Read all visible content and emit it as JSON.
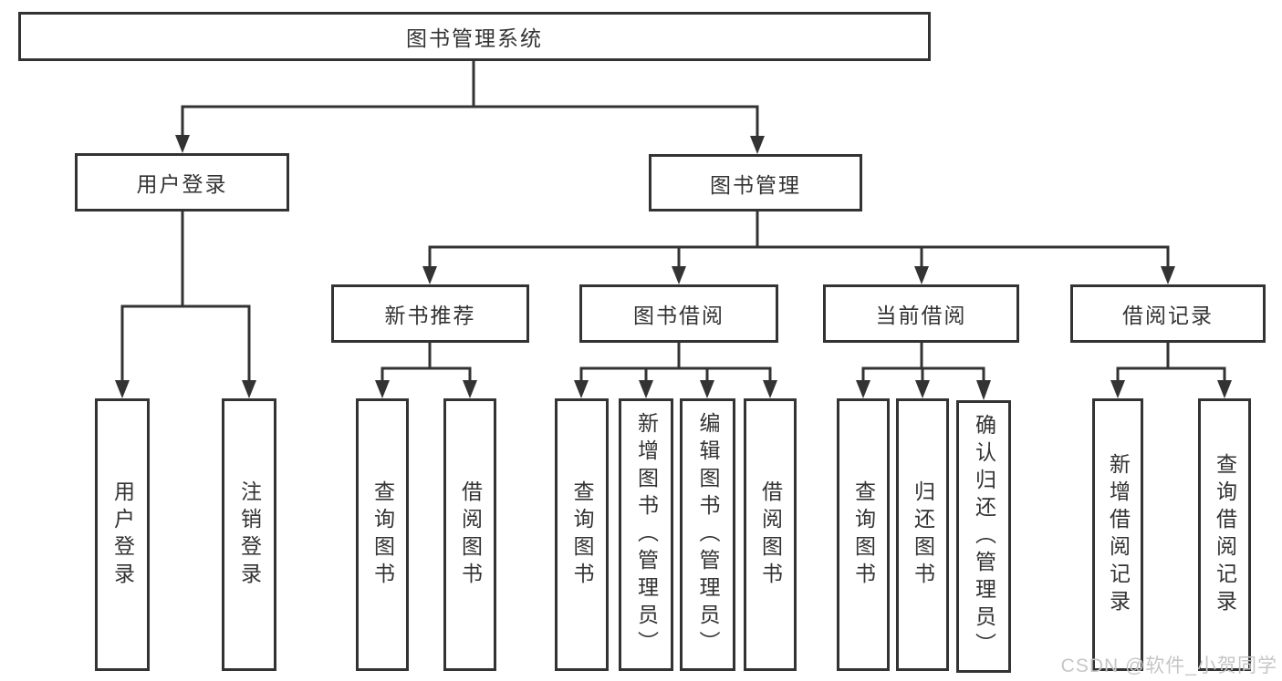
{
  "diagram": {
    "root": "图书管理系统",
    "level2": {
      "user_login": "用户登录",
      "book_mgmt": "图书管理"
    },
    "level3": {
      "new_books": "新书推荐",
      "borrowing": "图书借阅",
      "current": "当前借阅",
      "records": "借阅记录"
    },
    "leaves": {
      "user_login": [
        "用户登录",
        "注销登录"
      ],
      "new_books": [
        "查询图书",
        "借阅图书"
      ],
      "borrowing": [
        "查询图书",
        "新增图书（管理员）",
        "编辑图书（管理员）",
        "借阅图书"
      ],
      "current": [
        "查询图书",
        "归还图书",
        "确认归还（管理员）"
      ],
      "records": [
        "新增借阅记录",
        "查询借阅记录"
      ]
    },
    "colors": {
      "line": "#333333",
      "box_border": "#333333",
      "text": "#333333",
      "background": "#ffffff",
      "watermark_text": "#c6c6c6"
    }
  },
  "watermark": {
    "text": "CSDN @软件_小贺同学"
  }
}
